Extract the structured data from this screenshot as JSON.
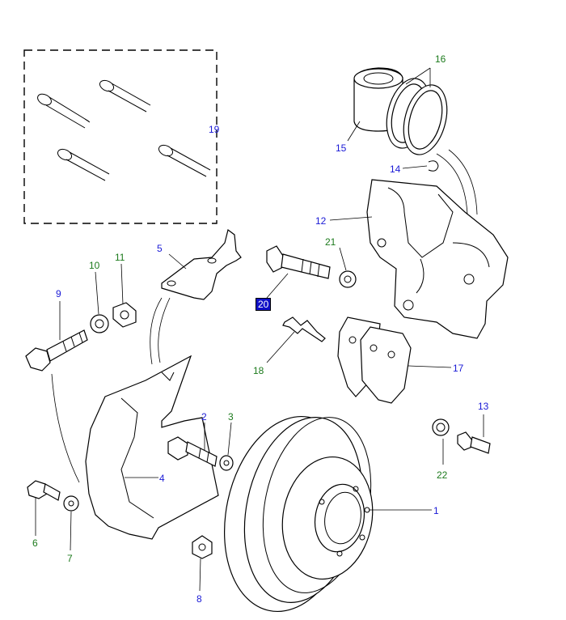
{
  "colors": {
    "blue": "#1a1ad6",
    "green": "#1c7a1c",
    "highlight_bg": "#1010c8"
  },
  "callouts": [
    {
      "id": "c1",
      "text": "1",
      "color": "blue"
    },
    {
      "id": "c2",
      "text": "2",
      "color": "blue"
    },
    {
      "id": "c3",
      "text": "3",
      "color": "green"
    },
    {
      "id": "c4",
      "text": "4",
      "color": "blue"
    },
    {
      "id": "c5",
      "text": "5",
      "color": "blue"
    },
    {
      "id": "c6",
      "text": "6",
      "color": "green"
    },
    {
      "id": "c7",
      "text": "7",
      "color": "green"
    },
    {
      "id": "c8",
      "text": "8",
      "color": "blue"
    },
    {
      "id": "c9",
      "text": "9",
      "color": "blue"
    },
    {
      "id": "c10",
      "text": "10",
      "color": "green"
    },
    {
      "id": "c11",
      "text": "11",
      "color": "green"
    },
    {
      "id": "c12",
      "text": "12",
      "color": "blue"
    },
    {
      "id": "c13",
      "text": "13",
      "color": "blue"
    },
    {
      "id": "c14",
      "text": "14",
      "color": "blue"
    },
    {
      "id": "c15",
      "text": "15",
      "color": "blue"
    },
    {
      "id": "c16",
      "text": "16",
      "color": "green"
    },
    {
      "id": "c17",
      "text": "17",
      "color": "blue"
    },
    {
      "id": "c18",
      "text": "18",
      "color": "green"
    },
    {
      "id": "c19",
      "text": "19",
      "color": "blue"
    },
    {
      "id": "c20",
      "text": "20",
      "color": "blue",
      "highlighted": true
    },
    {
      "id": "c21",
      "text": "21",
      "color": "green"
    },
    {
      "id": "c22",
      "text": "22",
      "color": "green"
    }
  ]
}
